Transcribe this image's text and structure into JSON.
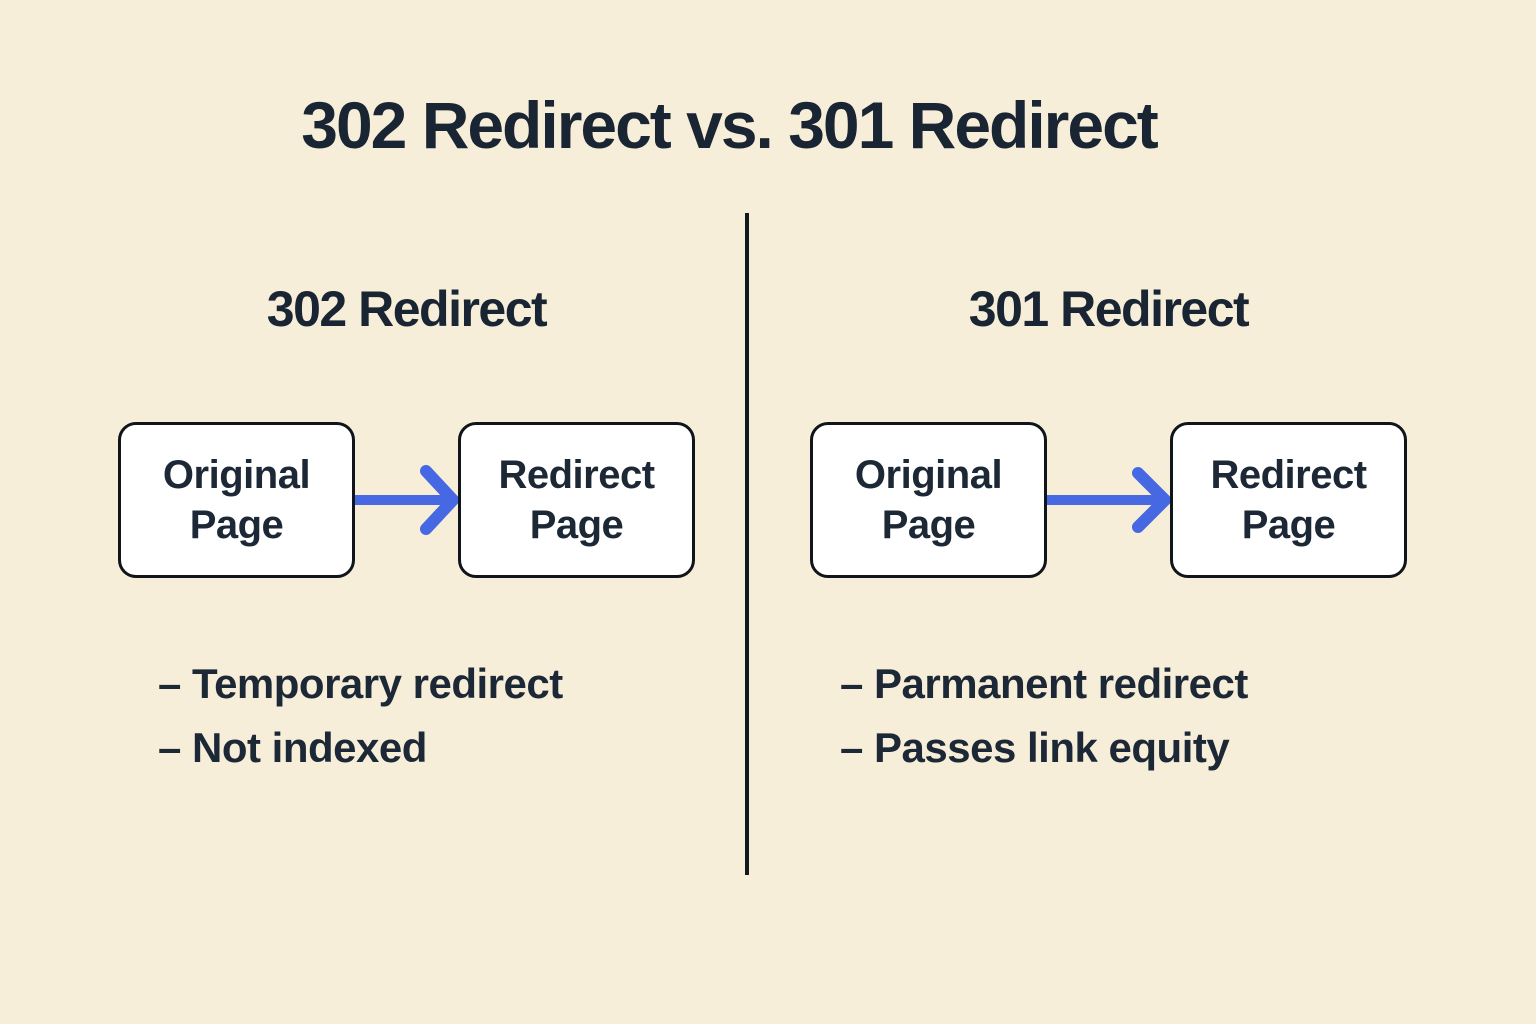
{
  "title": "302 Redirect vs. 301 Redirect",
  "colors": {
    "background": "#f7eeda",
    "text": "#1a2533",
    "arrow": "#4668e2",
    "box_fill": "#ffffff",
    "box_border": "#10151b",
    "divider": "#13181f"
  },
  "left": {
    "heading": "302 Redirect",
    "source_box": "Original Page",
    "target_box": "Redirect Page",
    "bullets": [
      "– Temporary redirect",
      "– Not indexed"
    ]
  },
  "right": {
    "heading": "301 Redirect",
    "source_box": "Original Page",
    "target_box": "Redirect Page",
    "bullets": [
      "– Parmanent redirect",
      "– Passes link equity"
    ]
  }
}
